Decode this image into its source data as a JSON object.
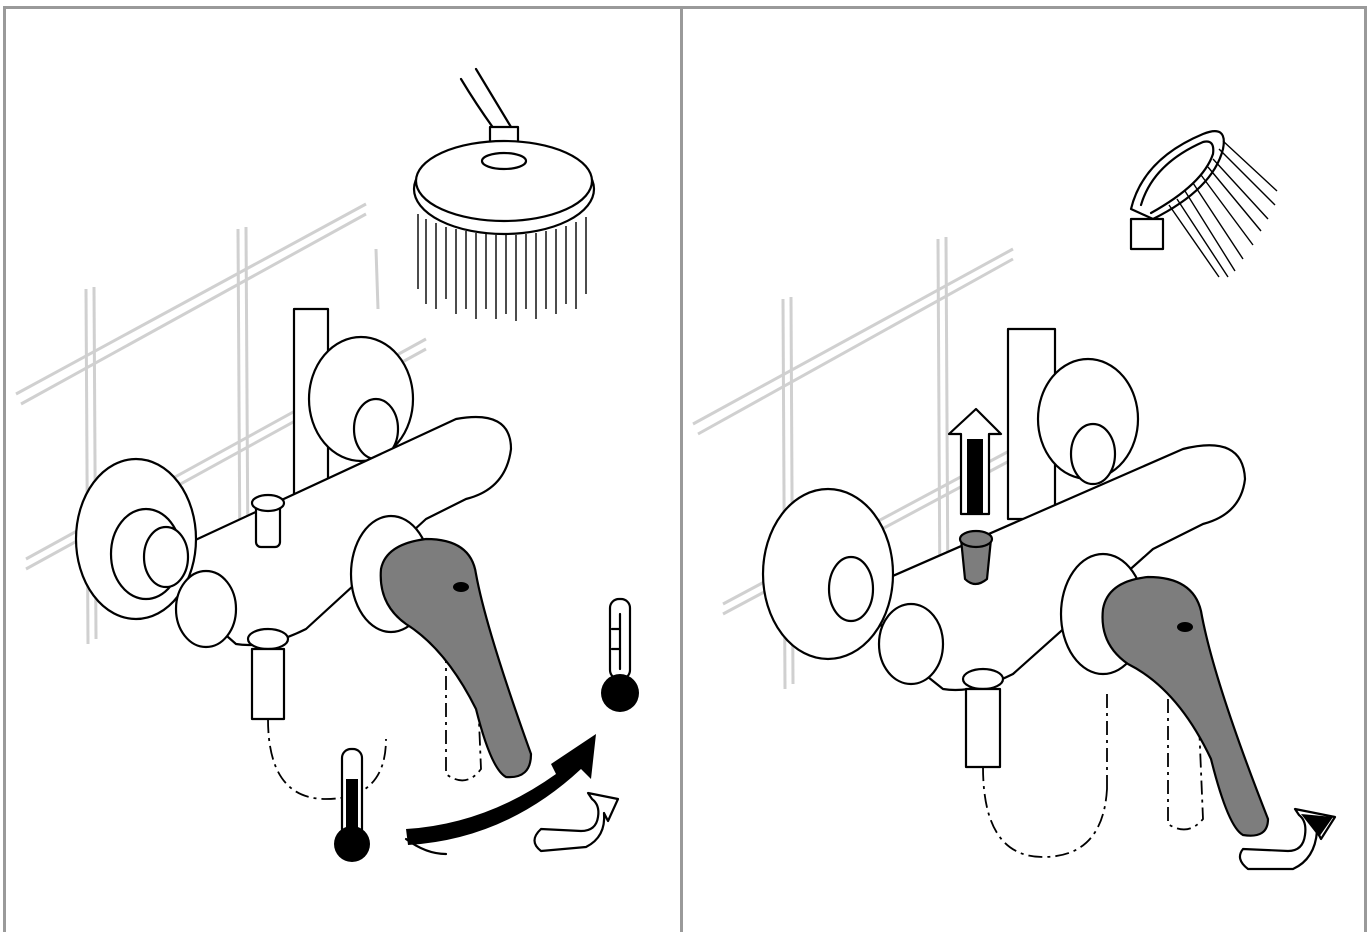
{
  "figure": {
    "panels": [
      {
        "id": "left",
        "outlet": "overhead-shower",
        "action": "rotate-lever-temperature",
        "icons": [
          "shower-head-icon",
          "thermometer-cold-icon",
          "thermometer-hot-icon",
          "curved-arrow-icon",
          "rotate-arrow-icon"
        ]
      },
      {
        "id": "right",
        "outlet": "hand-shower",
        "action": "pull-diverter-up",
        "icons": [
          "hand-shower-icon",
          "up-arrow-icon",
          "rotate-arrow-icon"
        ]
      }
    ],
    "colors": {
      "line": "#000000",
      "highlight_fill": "#7d7d7d",
      "tile_lines": "#d0d0d0",
      "border": "#9a9a9a"
    }
  }
}
